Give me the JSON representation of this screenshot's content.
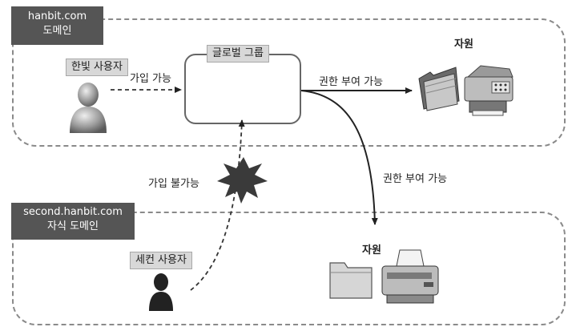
{
  "top_domain": {
    "name": "hanbit.com",
    "sub": "도메인"
  },
  "bottom_domain": {
    "name": "second.hanbit.com",
    "sub": "자식 도메인"
  },
  "global_group": {
    "label": "글로벌 그룹"
  },
  "users": {
    "hanbit": "한빛 사용자",
    "second": "세컨 사용자"
  },
  "arrows": {
    "join_ok": "가입 가능",
    "join_no": "가입 불가능",
    "grant_top": "권한 부여 가능",
    "grant_bottom": "권한 부여 가능"
  },
  "resources": {
    "top_title": "자원",
    "bottom_title": "자원"
  },
  "icons": [
    "user-icon",
    "folder-icon",
    "fax-machine-icon",
    "printer-icon",
    "block-burst-icon"
  ]
}
